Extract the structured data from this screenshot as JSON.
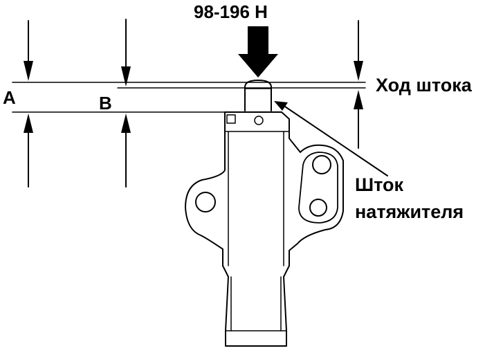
{
  "labels": {
    "force": "98-196 Н",
    "dim_a": "A",
    "dim_b": "B",
    "stroke": "Ход штока",
    "rod_line1": "Шток",
    "rod_line2": "натяжителя"
  },
  "colors": {
    "ink": "#000000",
    "background": "#ffffff"
  }
}
